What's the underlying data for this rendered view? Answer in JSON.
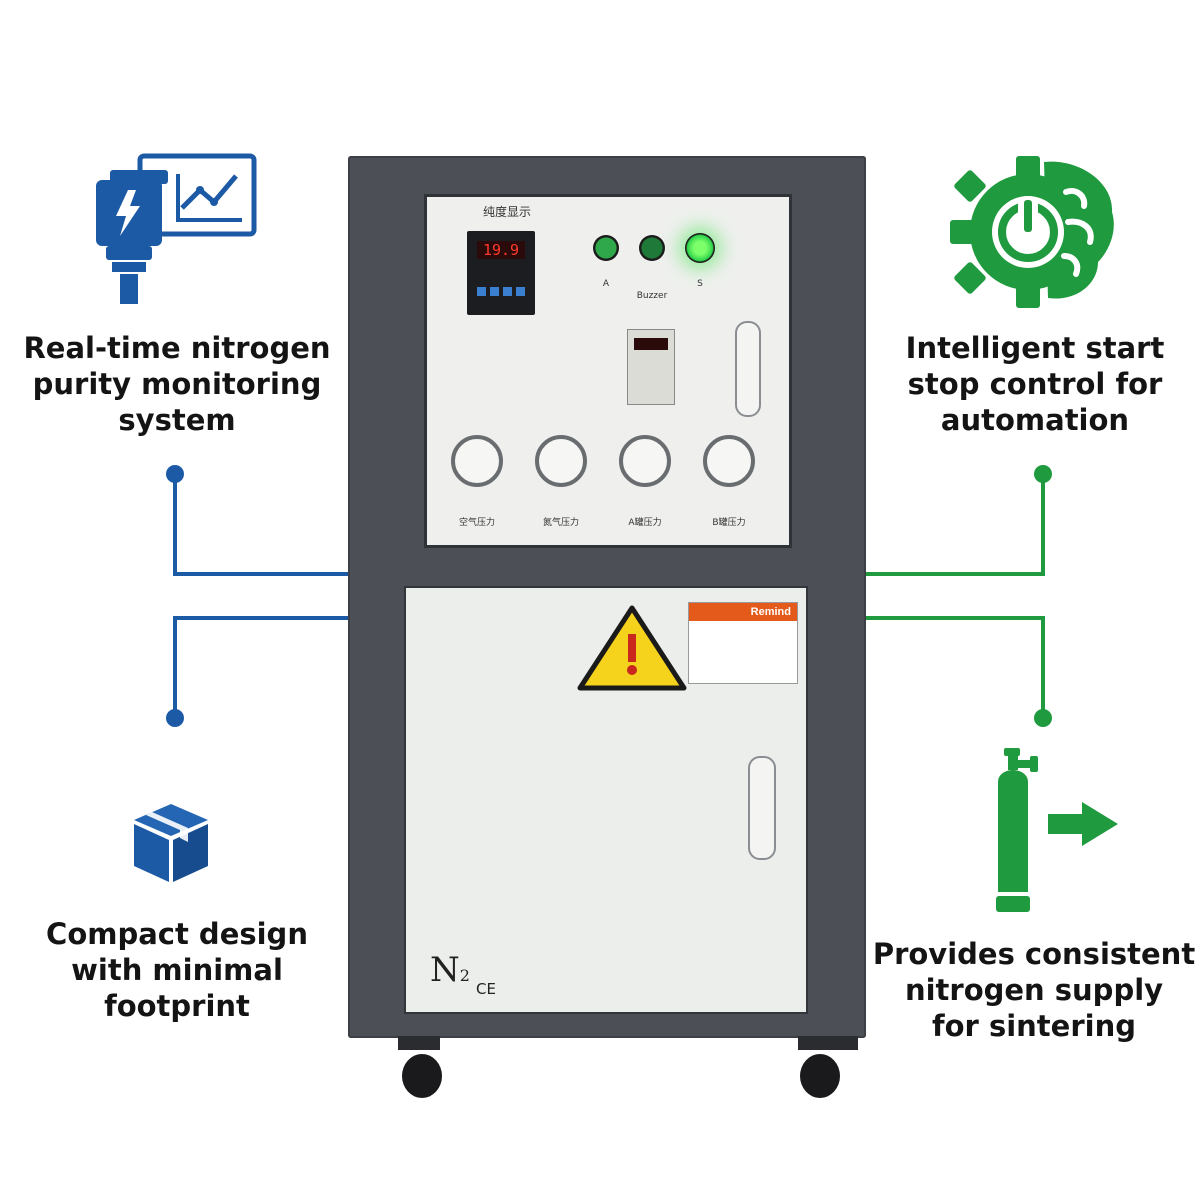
{
  "features": {
    "purity": {
      "lines": [
        "Real-time nitrogen",
        "purity monitoring",
        "system"
      ]
    },
    "control": {
      "lines": [
        "Intelligent start",
        "stop control for",
        "automation"
      ]
    },
    "compact": {
      "lines": [
        "Compact design",
        "with minimal",
        "footprint"
      ]
    },
    "supply": {
      "lines": [
        "Provides consistent",
        "nitrogen supply",
        "for sintering"
      ]
    }
  },
  "machine": {
    "panel_title": "纯度显示",
    "controller_reading": "19.9",
    "switch_labels": [
      "A",
      "Buzzer",
      "S"
    ],
    "gauge_labels": [
      "空气压力",
      "氮气压力",
      "A罐压力",
      "B罐压力"
    ],
    "warning_label": "Remind",
    "door_mark": "N",
    "door_mark_sub": "2",
    "ce_mark": "CE"
  },
  "colors": {
    "blue_accent": "#1c5aa6",
    "green_accent": "#1f9a3e",
    "cabinet": "#4c5056",
    "panel": "#eff0ee"
  },
  "icons": {
    "purity": "monitor-chart-icon",
    "control": "gear-power-brain-icon",
    "compact": "box-icon",
    "supply": "gas-cylinder-arrow-icon"
  }
}
